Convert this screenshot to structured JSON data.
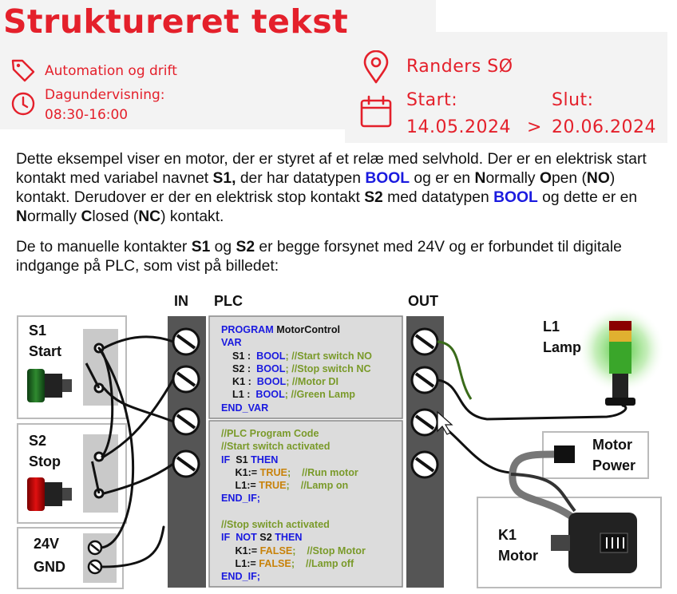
{
  "header": {
    "title": "Struktureret tekst",
    "category": "Automation og drift",
    "schedule_type": "Dagundervisning:",
    "schedule_time": "08:30-16:00",
    "location": "Randers SØ",
    "start_label": "Start:",
    "start_date": "14.05.2024",
    "arrow": ">",
    "end_label": "Slut:",
    "end_date": "20.06.2024",
    "accent_color": "#e4202b"
  },
  "paragraph1": {
    "t1": "Dette eksempel viser en motor, der er styret af et relæ med selvhold. Der er en elektrisk start kontakt med variabel navnet ",
    "s1": "S1,",
    "t2": " der har datatypen ",
    "bool1": "BOOL",
    "t3": " og er en ",
    "n1": "N",
    "t4": "ormally ",
    "o1": "O",
    "t5": "pen (",
    "no": "NO",
    "t6": ") kontakt. Derudover er der en elektrisk stop kontakt ",
    "s2": "S2",
    "t7": " med datatypen ",
    "bool2": "BOOL",
    "t8": " og dette er en ",
    "n2": "N",
    "t9": "ormally ",
    "c1": "C",
    "t10": "losed (",
    "nc": "NC",
    "t11": ") kontakt."
  },
  "paragraph2": {
    "t1": "De to manuelle kontakter ",
    "s1": "S1",
    "t2": " og ",
    "s2": "S2",
    "t3": " er begge forsynet med 24V og er forbundet til digitale indgange på PLC, som vist på billedet:"
  },
  "diagram": {
    "in_label": "IN",
    "plc_label": "PLC",
    "out_label": "OUT",
    "s1_name": "S1",
    "s1_desc": "Start",
    "s2_name": "S2",
    "s2_desc": "Stop",
    "supply_24v": "24V",
    "supply_gnd": "GND",
    "l1_name": "L1",
    "l1_desc": "Lamp",
    "motor_power_1": "Motor",
    "motor_power_2": "Power",
    "k1_name": "K1",
    "k1_desc": "Motor",
    "var_block": {
      "program_kw": "PROGRAM",
      "program_name": "MotorControl",
      "var_kw": "VAR",
      "vars": [
        {
          "name": "S1 :",
          "type": "BOOL",
          "comment": "; //Start switch NO"
        },
        {
          "name": "S2 :",
          "type": "BOOL",
          "comment": "; //Stop switch NC"
        },
        {
          "name": "K1 :",
          "type": "BOOL",
          "comment": "; //Motor DI"
        },
        {
          "name": "L1 :",
          "type": "BOOL",
          "comment": "; //Green Lamp"
        }
      ],
      "end_var": "END_VAR"
    },
    "code_block": {
      "c1": "//PLC Program Code",
      "c2": "//Start switch activated",
      "if1_kw": "IF",
      "if1_var": "S1",
      "then1": "THEN",
      "a1_var": "K1:=",
      "a1_val": "TRUE",
      "a1_com": ";    //Run motor",
      "a2_var": "L1:=",
      "a2_val": "TRUE",
      "a2_com": ";    //Lamp on",
      "endif1": "END_IF;",
      "c3": "//Stop switch activated",
      "if2_kw": "IF",
      "not_kw": "NOT",
      "if2_var": "S2",
      "then2": "THEN",
      "b1_var": "K1:=",
      "b1_val": "FALSE",
      "b1_com": ";    //Stop Motor",
      "b2_var": "L1:=",
      "b2_val": "FALSE",
      "b2_com": ";    //Lamp off",
      "endif2": "END_IF;"
    }
  }
}
